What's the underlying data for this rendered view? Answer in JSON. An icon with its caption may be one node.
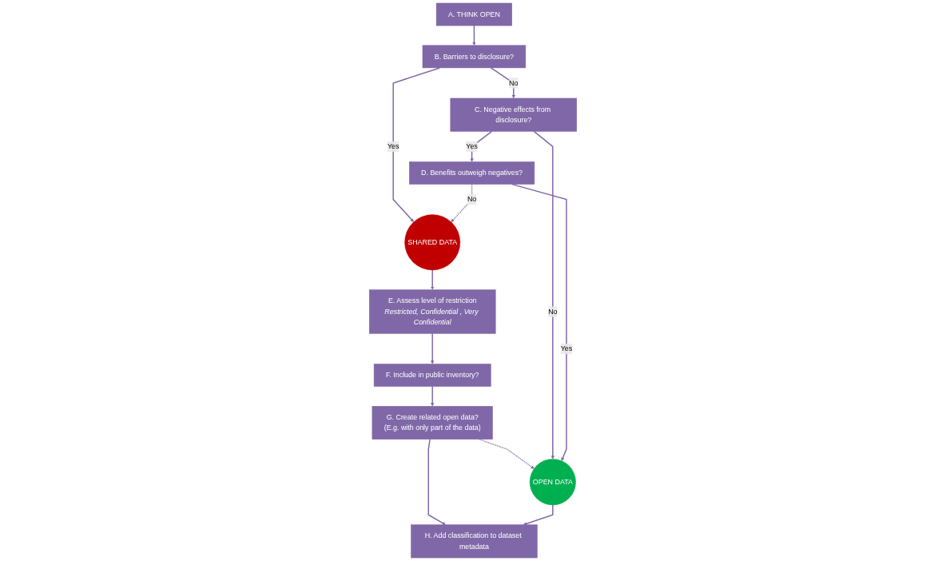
{
  "diagram": {
    "nodes": [
      {
        "text": [
          "A. THINK OPEN"
        ]
      },
      {
        "text": [
          "B. Barriers to disclosure?"
        ]
      },
      {
        "text": [
          "SHARED DATA"
        ]
      },
      {
        "text": [
          "E. Assess level of restriction",
          "Restricted, Confidential , Very Confidential"
        ]
      },
      {
        "text": [
          "C. Negative effects from disclosure?"
        ]
      },
      {
        "text": [
          "D. Benefits outweigh negatives?"
        ]
      },
      {
        "text": [
          "F. Include in public inventory?"
        ]
      },
      {
        "text": [
          "G. Create related open data?",
          "(E.g. with only part of the data)"
        ]
      },
      {
        "text": [
          "OPEN DATA"
        ]
      },
      {
        "text": [
          "H. Add classification to dataset metadata"
        ]
      }
    ],
    "edges": [
      {
        "from": 0,
        "to": 1,
        "arrow": "to"
      },
      {
        "from": 1,
        "to": 2,
        "label": "Yes",
        "arrow": "to"
      },
      {
        "from": 2,
        "to": 3,
        "arrow": "to"
      },
      {
        "from": 1,
        "to": 4,
        "label": "No",
        "arrow": "to"
      },
      {
        "from": 4,
        "to": 5,
        "label": "Yes",
        "arrow": "to"
      },
      {
        "from": 5,
        "to": 2,
        "label": "No",
        "arrow": "to",
        "style": "dashed"
      },
      {
        "from": 3,
        "to": 6,
        "arrow": "to"
      },
      {
        "from": 6,
        "to": 7,
        "arrow": "to"
      },
      {
        "from": 7,
        "to": 8,
        "arrow": "to",
        "style": "dashed"
      },
      {
        "from": 4,
        "to": 8,
        "label": "No",
        "arrow": "to"
      },
      {
        "from": 5,
        "to": 8,
        "label": "Yes",
        "arrow": "to"
      },
      {
        "from": 7,
        "to": 9,
        "arrow": "to"
      },
      {
        "from": 8,
        "to": 9,
        "arrow": "to"
      }
    ]
  }
}
